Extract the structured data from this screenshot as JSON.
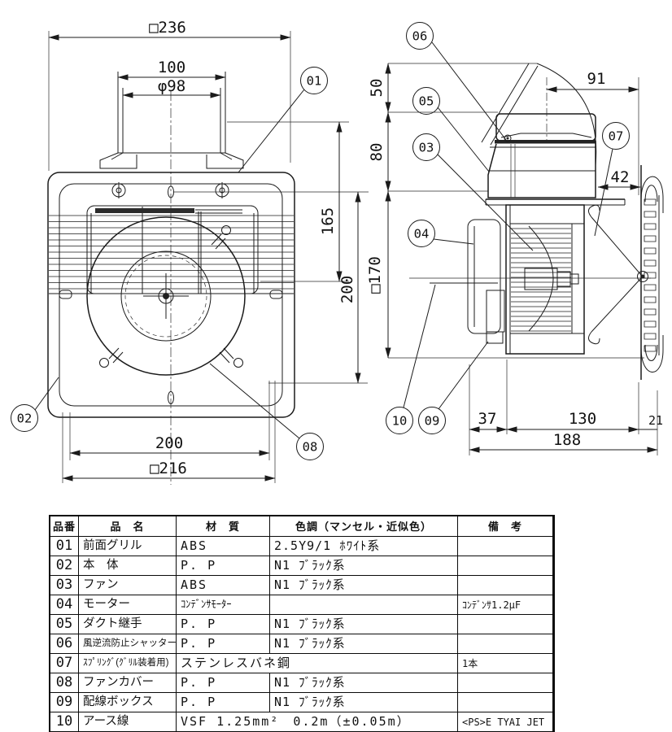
{
  "drawing": {
    "front_view": {
      "dims": {
        "overall": "□236",
        "duct_pitch": "100",
        "duct_dia": "φ98",
        "louver_height": "165",
        "mount_v": "200",
        "mount_h": "200",
        "body": "□216"
      },
      "callouts": {
        "c01": "01",
        "c02": "02",
        "c08": "08"
      }
    },
    "side_view": {
      "dims": {
        "shutter_open": "50",
        "duct_joint_h": "80",
        "body_sq": "□170",
        "shutter_len": "91",
        "grille_gap": "42",
        "rear_depth": "37",
        "body_depth": "130",
        "grille_depth": "21",
        "total_depth": "188"
      },
      "callouts": {
        "c03": "03",
        "c04": "04",
        "c05": "05",
        "c06": "06",
        "c07": "07",
        "c09": "09",
        "c10": "10"
      }
    }
  },
  "parts_table": {
    "headers": [
      "品番",
      "品　名",
      "材　質",
      "色調（マンセル・近似色）",
      "備　考"
    ],
    "rows": [
      {
        "no": "01",
        "name": "前面グリル",
        "material": "ABS",
        "color": "2.5Y9/1  ﾎﾜｲﾄ系",
        "remarks": "",
        "merged": false
      },
      {
        "no": "02",
        "name": "本　体",
        "material": "P. P",
        "color": "N1  ﾌﾞﾗｯｸ系",
        "remarks": "",
        "merged": false
      },
      {
        "no": "03",
        "name": "ファン",
        "material": "ABS",
        "color": "N1  ﾌﾞﾗｯｸ系",
        "remarks": "",
        "merged": false
      },
      {
        "no": "04",
        "name": "モーター",
        "material": "ｺﾝﾃﾞﾝｻﾓｰﾀｰ",
        "color": "",
        "remarks": "ｺﾝﾃﾞﾝｻ1.2μF",
        "merged": false
      },
      {
        "no": "05",
        "name": "ダクト継手",
        "material": "P. P",
        "color": "N1  ﾌﾞﾗｯｸ系",
        "remarks": "",
        "merged": false
      },
      {
        "no": "06",
        "name": "風逆流防止シャッター",
        "material": "P. P",
        "color": "N1  ﾌﾞﾗｯｸ系",
        "remarks": "",
        "merged": false
      },
      {
        "no": "07",
        "name": "ｽﾌﾟﾘﾝｸﾞ(ｸﾞﾘﾙ装着用)",
        "material": "ステンレスバネ鋼",
        "color": "",
        "remarks": "1本",
        "merged": true
      },
      {
        "no": "08",
        "name": "ファンカバー",
        "material": "P. P",
        "color": "N1  ﾌﾞﾗｯｸ系",
        "remarks": "",
        "merged": false
      },
      {
        "no": "09",
        "name": "配線ボックス",
        "material": "P. P",
        "color": "N1  ﾌﾞﾗｯｸ系",
        "remarks": "",
        "merged": false
      },
      {
        "no": "10",
        "name": "アース線",
        "material": "VSF  1.25mm²",
        "color": "0.2m（±0.05m）",
        "remarks": "<PS>E TYAI JET",
        "merged": true
      }
    ]
  }
}
